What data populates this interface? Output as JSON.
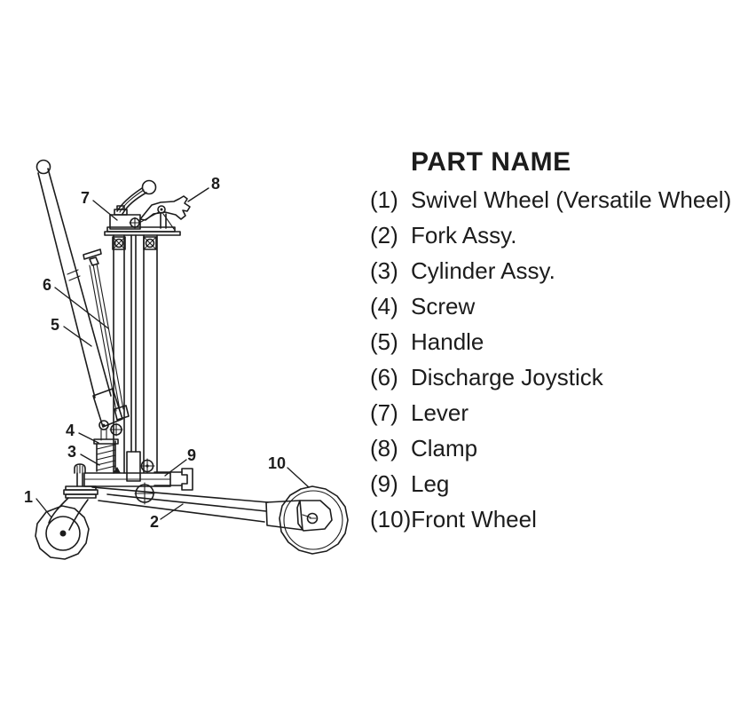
{
  "list": {
    "title": "PART NAME",
    "items": [
      {
        "id": "1",
        "num": "(1)",
        "name": "Swivel Wheel (Versatile Wheel)"
      },
      {
        "id": "2",
        "num": "(2)",
        "name": "Fork Assy."
      },
      {
        "id": "3",
        "num": "(3)",
        "name": "Cylinder Assy."
      },
      {
        "id": "4",
        "num": "(4)",
        "name": "Screw"
      },
      {
        "id": "5",
        "num": "(5)",
        "name": "Handle"
      },
      {
        "id": "6",
        "num": "(6)",
        "name": "Discharge Joystick"
      },
      {
        "id": "7",
        "num": "(7)",
        "name": "Lever"
      },
      {
        "id": "8",
        "num": "(8)",
        "name": "Clamp"
      },
      {
        "id": "9",
        "num": "(9)",
        "name": "Leg"
      },
      {
        "id": "10",
        "num": "(10)",
        "name": "Front Wheel"
      }
    ]
  },
  "diagram": {
    "callouts": [
      "1",
      "2",
      "3",
      "4",
      "5",
      "6",
      "7",
      "8",
      "9",
      "10"
    ],
    "ink": "#1c1c1c",
    "background": "#ffffff"
  }
}
